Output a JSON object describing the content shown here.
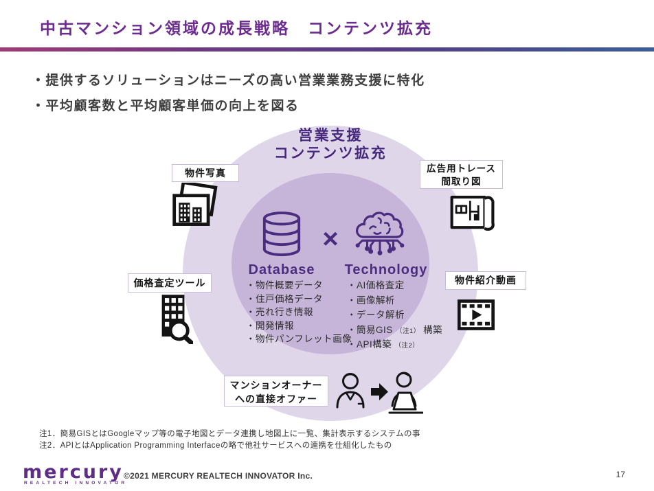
{
  "header": {
    "title": "中古マンション領域の成長戦略　コンテンツ拡充"
  },
  "bullets": [
    "・提供するソリューションはニーズの高い営業業務支援に特化",
    "・平均顧客数と平均顧客単価の向上を図る"
  ],
  "diagram": {
    "center_title": [
      "営業支援",
      "コンテンツ拡充"
    ],
    "multiply_sign": "×",
    "database": {
      "label": "Database",
      "items": [
        "・物件概要データ",
        "・住戸価格データ",
        "・売れ行き情報",
        "・開発情報",
        "・物件パンフレット画像"
      ]
    },
    "technology": {
      "label": "Technology",
      "items": [
        {
          "pre": "・AI価格査定",
          "note": "",
          "post": ""
        },
        {
          "pre": "・画像解析",
          "note": "",
          "post": ""
        },
        {
          "pre": "・データ解析",
          "note": "",
          "post": ""
        },
        {
          "pre": "・簡易GIS ",
          "note": "（注1）",
          "post": " 構築"
        },
        {
          "pre": "・API構築 ",
          "note": "（注2）",
          "post": ""
        }
      ]
    },
    "tags": {
      "photo": "物件写真",
      "trace": [
        "広告用トレース",
        "間取り図"
      ],
      "pricing": "価格査定ツール",
      "video": "物件紹介動画",
      "offer": [
        "マンションオーナー",
        "への直接オファー"
      ]
    }
  },
  "footnotes": [
    "注1．簡易GISとはGoogleマップ等の電子地図とデータ連携し地図上に一覧、集計表示するシステムの事",
    "注2．APIとはApplication Programming Interfaceの略で他社サービスへの連携を仕組化したもの"
  ],
  "footer": {
    "logo_text": "mercury",
    "logo_tagline": "REALTECH INNOVATOR",
    "copyright": "©2021 MERCURY REALTECH INNOVATOR Inc.",
    "page_number": "17"
  },
  "colors": {
    "title_purple": "#6B2B8F",
    "deep_purple": "#46287B",
    "icon_purple": "#4B2D7F",
    "circle_outer": "#DFD6EA",
    "circle_inner": "#C7B5D9",
    "gradient_left": "#A23A75",
    "gradient_right": "#3B5E99"
  }
}
